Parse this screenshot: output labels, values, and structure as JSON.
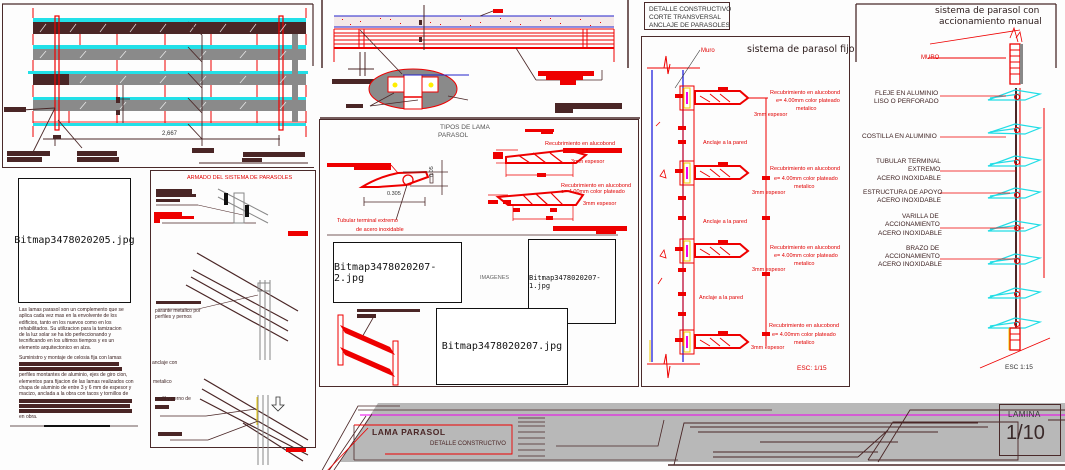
{
  "sheet": {
    "elevation": {
      "dimension": "2,667"
    },
    "section_header": {
      "lines": [
        "DETALLE CONSTRUCTIVO",
        "CORTE TRANSVERSAL",
        "ANCLAJE DE PARASOLES"
      ]
    },
    "fixed_system": {
      "title": "sistema de parasol fijo",
      "wall_label": "Muro",
      "cladding_label": "Recubrimiento en alucobond",
      "cladding_spec": "e= 4.00mm color plateado",
      "cladding_finish": "metalico",
      "thickness_label": "3mm espesor",
      "anchor_label": "Anclaje a la pared",
      "scale": "ESC: 1/15"
    },
    "manual_system": {
      "title_line1": "sistema de parasol con",
      "title_line2": "accionamiento manual",
      "wall_label": "MURO",
      "labels": [
        {
          "lines": [
            "FLEJE EN ALUMINIO",
            "LISO O PERFORADO"
          ]
        },
        {
          "lines": [
            "COSTILLA EN ALUMINIO"
          ]
        },
        {
          "lines": [
            "TUBULAR TERMINAL",
            "EXTREMO",
            "ACERO INOXIDABLE"
          ]
        },
        {
          "lines": [
            "ESTRUCTURA DE APOYO",
            "ACERO INOXIDABLE"
          ]
        },
        {
          "lines": [
            "VARILLA DE",
            "ACCIONAMIENTO",
            "ACERO INOXIDABLE"
          ]
        },
        {
          "lines": [
            "BRAZO DE",
            "ACCIONAMIENTO",
            "ACERO INOXIDABLE"
          ]
        }
      ],
      "scale": "ESC 1:15"
    },
    "lama_types": {
      "title_line1": "TIPOS DE LAMA",
      "title_line2": "PARASOL",
      "dimension": "0.305",
      "height_dim": "0.05",
      "tubular_label_line1": "Tubular terminal extremo",
      "tubular_label_line2": "de acero inoxidable",
      "cladding_label": "Recubrimiento en alucobond",
      "cladding_spec": "e= 4.00mm color plateado",
      "thickness_label": "3mm espesor",
      "images_label": "IMAGENES"
    },
    "bitmaps": {
      "b205": "Bitmap3478020205.jpg",
      "b207_2": "Bitmap3478020207-2.jpg",
      "b207_1": "Bitmap3478020207-1.jpg",
      "b207": "Bitmap3478020207.jpg"
    },
    "assembly": {
      "title": "ARMADO DEL SISTEMA DE PARASOLES",
      "note1_line1": "parante metalico por",
      "note1_line2": "perfiles y pernos",
      "note2_line1": "anclaje con",
      "note2_line3": "metalico",
      "note3": "perfil y perno de"
    },
    "description": {
      "paragraph": [
        "Las lamas parasol son un complemento que se",
        "aplica cada vez mas en la envolvente de los",
        "edificios, tanto en los nuevos como en los",
        "rehabilitados. Su utilizacion para la tamizacion",
        "de la luz solar se ha ido perfeccionando y",
        "tecnificando en los ultimos tiempos y es un",
        "elemento arquitectonico en alza."
      ],
      "spec_intro": "Suministro y montaje de celosia fija con lamas",
      "spec_mid": [
        "perfiles montantes de aluminio, ejes de giro cion,",
        "elementos para fijacion de las lamas realizados con",
        "chapa de aluminio de entre 3 y 6 mm de espesor y",
        "macizo, anclada a la obra con tacos y tornillos de"
      ],
      "spec_end": "en obra."
    },
    "title_block": {
      "project": "LAMA PARASOL",
      "subtitle": "DETALLE CONSTRUCTIVO",
      "sheet_label": "LAMINA",
      "sheet_number": "1/10"
    }
  }
}
